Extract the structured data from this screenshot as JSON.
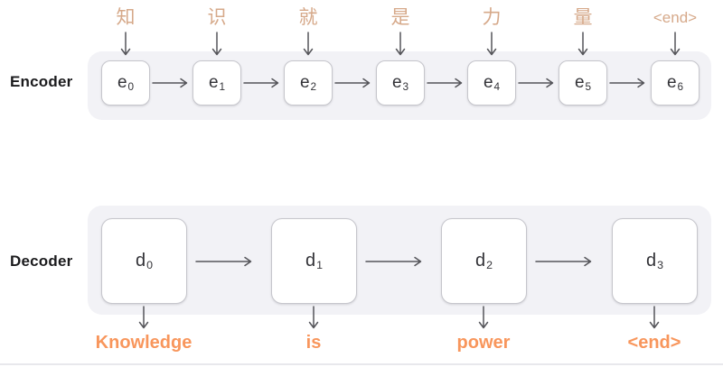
{
  "encoder": {
    "label": "Encoder",
    "nodes": [
      {
        "base": "e",
        "sub": "0",
        "input": "知"
      },
      {
        "base": "e",
        "sub": "1",
        "input": "识"
      },
      {
        "base": "e",
        "sub": "2",
        "input": "就"
      },
      {
        "base": "e",
        "sub": "3",
        "input": "是"
      },
      {
        "base": "e",
        "sub": "4",
        "input": "力"
      },
      {
        "base": "e",
        "sub": "5",
        "input": "量"
      },
      {
        "base": "e",
        "sub": "6",
        "input": "<end>"
      }
    ]
  },
  "decoder": {
    "label": "Decoder",
    "nodes": [
      {
        "base": "d",
        "sub": "0",
        "output": "Knowledge"
      },
      {
        "base": "d",
        "sub": "1",
        "output": "is"
      },
      {
        "base": "d",
        "sub": "2",
        "output": "power"
      },
      {
        "base": "d",
        "sub": "3",
        "output": "<end>"
      }
    ]
  },
  "colors": {
    "input_token": "#D6A98A",
    "output_token": "#F8965C",
    "track_background": "#F2F2F6",
    "cell_border": "#C6C6CC",
    "arrow": "#55555A",
    "label_text": "#1B1B1D"
  }
}
